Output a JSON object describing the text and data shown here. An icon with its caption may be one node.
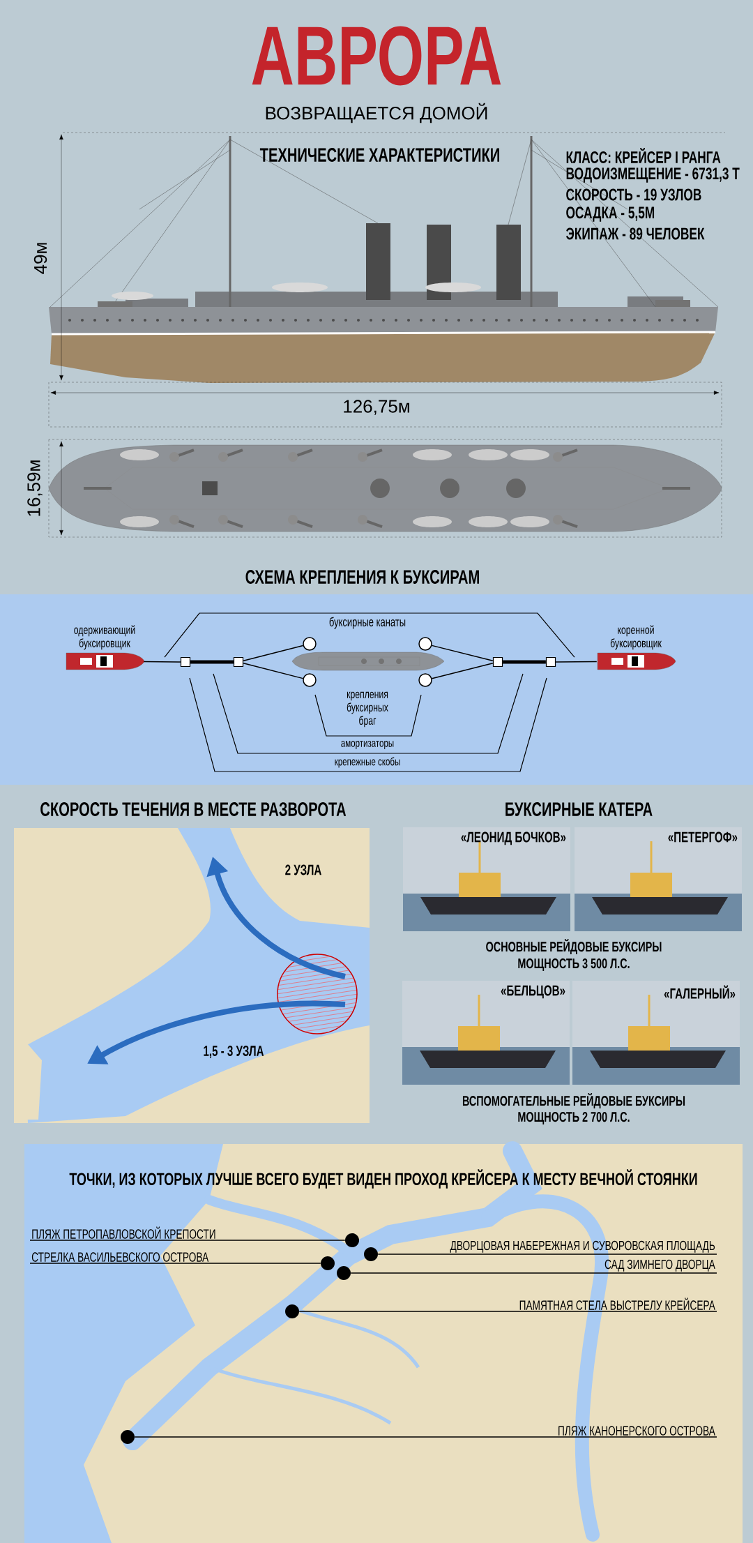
{
  "diagram": {
    "title": "АВРОРА",
    "nodes": [
      {
        "text": [
          "одерживающий буксировщик"
        ]
      },
      {
        "text": [],
        "shape": "box"
      },
      {
        "text": [],
        "shape": "box"
      },
      {
        "text": [],
        "shape": "circle"
      },
      {
        "text": [],
        "shape": "circle"
      },
      {
        "text": [],
        "shape": "picture"
      },
      {
        "text": [],
        "shape": "circle"
      },
      {
        "text": [],
        "shape": "circle"
      },
      {
        "text": [],
        "shape": "box"
      },
      {
        "text": [],
        "shape": "box"
      },
      {
        "text": [
          "коренной буксировщик"
        ]
      },
      {
        "text": [
          "«ЛЕОНИД БОЧКОВ»"
        ]
      },
      {
        "text": [
          "«ПЕТЕРГОФ»"
        ]
      },
      {
        "text": [
          "«БЕЛЬЦОВ»"
        ]
      },
      {
        "text": [
          "«ГАЛЕРНЫЙ»"
        ]
      },
      {
        "text": [
          "ПЛЯЖ ПЕТРОПАВЛОВСКОЙ КРЕПОСТИ"
        ]
      },
      {
        "text": [],
        "shape": "circle"
      },
      {
        "text": [
          "ДВОРЦОВАЯ НАБЕРЕЖНАЯ И СУВОРОВСКАЯ ПЛОЩАДЬ"
        ]
      },
      {
        "text": [],
        "shape": "circle"
      },
      {
        "text": [
          "СТРЕЛКА ВАСИЛЬЕВСКОГО ОСТРОВА"
        ]
      },
      {
        "text": [],
        "shape": "circle"
      },
      {
        "text": [
          "САД ЗИМНЕГО ДВОРЦА"
        ]
      },
      {
        "text": [],
        "shape": "circle"
      },
      {
        "text": [
          "ПАМЯТНАЯ СТЕЛА ВЫСТРЕЛУ КРЕЙСЕРА"
        ]
      },
      {
        "text": [],
        "shape": "circle"
      },
      {
        "text": [
          "ПЛЯЖ КАНОНЕРСКОГО ОСТРОВА"
        ]
      },
      {
        "text": [],
        "shape": "circle"
      }
    ],
    "edges": [
      {
        "from": 0,
        "to": 1,
        "arrow": "none"
      },
      {
        "from": 1,
        "to": 2,
        "arrow": "none",
        "style": "thick"
      },
      {
        "from": 2,
        "to": 3,
        "arrow": "none"
      },
      {
        "from": 2,
        "to": 4,
        "arrow": "none"
      },
      {
        "from": 6,
        "to": 8,
        "arrow": "none"
      },
      {
        "from": 7,
        "to": 8,
        "arrow": "none"
      },
      {
        "from": 8,
        "to": 9,
        "arrow": "none",
        "style": "thick"
      },
      {
        "from": 9,
        "to": 10,
        "arrow": "none"
      },
      {
        "from": 15,
        "to": 16,
        "arrow": "none"
      },
      {
        "from": 17,
        "to": 18,
        "arrow": "none"
      },
      {
        "from": 19,
        "to": 20,
        "arrow": "none"
      },
      {
        "from": 21,
        "to": 22,
        "arrow": "none"
      },
      {
        "from": 23,
        "to": 24,
        "arrow": "none"
      },
      {
        "from": 25,
        "to": 26,
        "arrow": "none"
      }
    ],
    "labels": [
      "ВОЗВРАЩАЕТСЯ ДОМОЙ",
      "ТЕХНИЧЕСКИЕ ХАРАКТЕРИСТИКИ",
      "КЛАСС: КРЕЙСЕР I РАНГА",
      "ВОДОИЗМЕЩЕНИЕ - 6731,3 Т",
      "СКОРОСТЬ - 19 УЗЛОВ",
      "ОСАДКА - 5,5М",
      "ЭКИПАЖ - 89 ЧЕЛОВЕК",
      "49м",
      "126,75м",
      "16,59м",
      "СХЕМА КРЕПЛЕНИЯ К БУКСИРАМ",
      "буксирные канаты",
      "крепления буксирных браг",
      "амортизаторы",
      "крепежные скобы",
      "СКОРОСТЬ ТЕЧЕНИЯ В МЕСТЕ РАЗВОРОТА",
      "2 УЗЛА",
      "1,5 - 3 УЗЛА",
      "БУКСИРНЫЕ КАТЕРА",
      "ОСНОВНЫЕ РЕЙДОВЫЕ БУКСИРЫ",
      "МОЩНОСТЬ 3 500 Л.С.",
      "ВСПОМОГАТЕЛЬНЫЕ РЕЙДОВЫЕ БУКСИРЫ",
      "МОЩНОСТЬ 2 700 Л.С.",
      "ТОЧКИ, ИЗ КОТОРЫХ ЛУЧШЕ ВСЕГО БУДЕТ ВИДЕН ПРОХОД КРЕЙСЕРА К МЕСТУ ВЕЧНОЙ СТОЯНКИ"
    ]
  }
}
